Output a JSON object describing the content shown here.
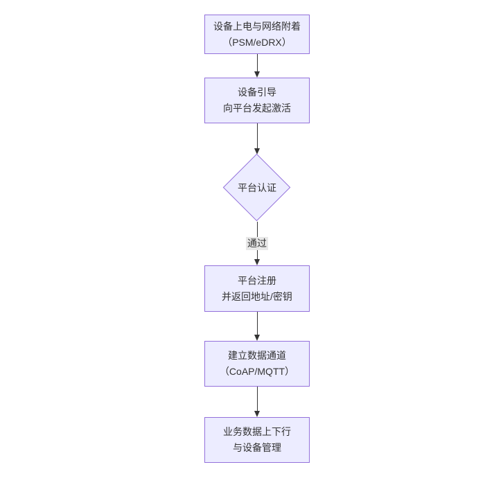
{
  "diagram": {
    "type": "flowchart",
    "direction": "top-down",
    "colors": {
      "node_fill": "#ECECFF",
      "node_border": "#9370DB",
      "node_text": "#333333",
      "arrow": "#333333",
      "edge_label_bg": "#e8e8e8",
      "background": "#ffffff"
    },
    "nodes": [
      {
        "id": "power-attach",
        "shape": "rect",
        "lines": [
          "设备上电与网络附着",
          "（PSM/eDRX）"
        ]
      },
      {
        "id": "bootstrap",
        "shape": "rect",
        "lines": [
          "设备引导",
          "向平台发起激活"
        ]
      },
      {
        "id": "platform-auth",
        "shape": "diamond",
        "lines": [
          "平台认证"
        ]
      },
      {
        "id": "register",
        "shape": "rect",
        "lines": [
          "平台注册",
          "并返回地址/密钥"
        ]
      },
      {
        "id": "data-channel",
        "shape": "rect",
        "lines": [
          "建立数据通道",
          "（CoAP/MQTT）"
        ]
      },
      {
        "id": "business-data",
        "shape": "rect",
        "lines": [
          "业务数据上下行",
          "与设备管理"
        ]
      }
    ],
    "edges": [
      {
        "from": "power-attach",
        "to": "bootstrap",
        "label": ""
      },
      {
        "from": "bootstrap",
        "to": "platform-auth",
        "label": ""
      },
      {
        "from": "platform-auth",
        "to": "register",
        "label": "通过"
      },
      {
        "from": "register",
        "to": "data-channel",
        "label": ""
      },
      {
        "from": "data-channel",
        "to": "business-data",
        "label": ""
      }
    ]
  }
}
